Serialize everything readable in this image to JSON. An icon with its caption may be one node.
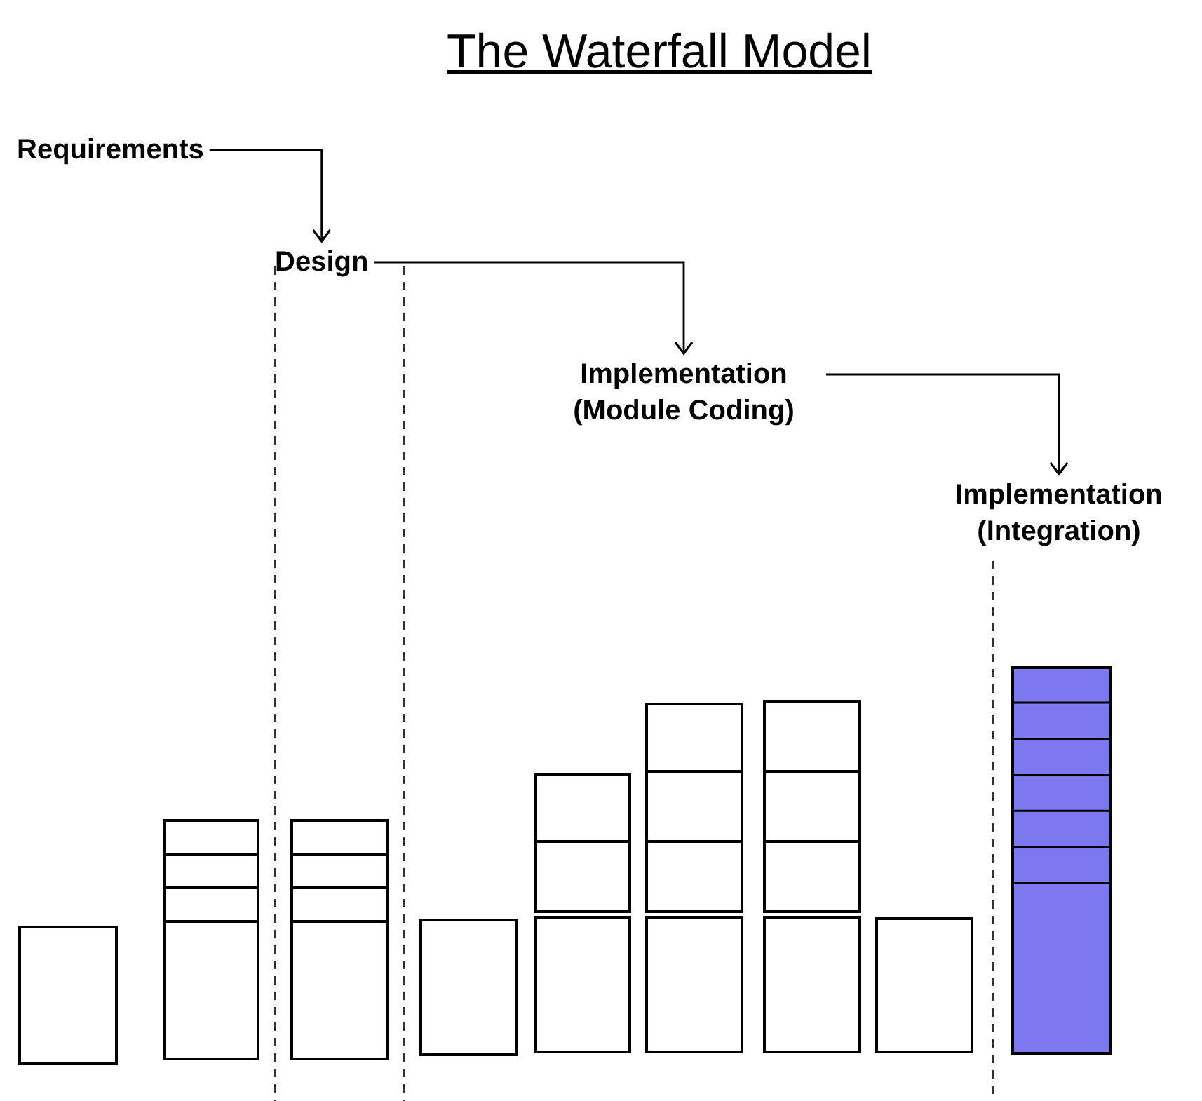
{
  "diagram": {
    "title": "The Waterfall Model",
    "nodes": [
      {
        "text": [
          "Requirements"
        ]
      },
      {
        "text": [
          "Design"
        ]
      },
      {
        "text": [
          "Implementation (Module Coding)"
        ]
      },
      {
        "text": [
          "Implementation (Integration)"
        ]
      }
    ],
    "edges": [
      {
        "from": 0,
        "to": 1,
        "arrow": "to"
      },
      {
        "from": 1,
        "to": 2,
        "arrow": "to"
      },
      {
        "from": 2,
        "to": 3,
        "arrow": "to"
      }
    ]
  }
}
